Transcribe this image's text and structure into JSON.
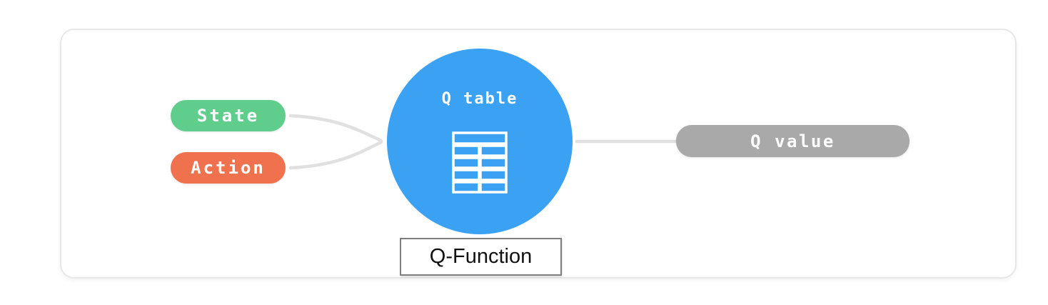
{
  "diagram": {
    "caption": "Q-Function",
    "nodes": {
      "state": {
        "label": "State",
        "color": "#5FCE8C",
        "text_color": "#FFFFFF",
        "shape": "pill"
      },
      "action": {
        "label": "Action",
        "color": "#F0714E",
        "text_color": "#FFFFFF",
        "shape": "pill"
      },
      "q_table": {
        "label": "Q table",
        "color": "#3BA1F2",
        "text_color": "#FFFFFF",
        "shape": "circle",
        "icon": "table-grid-icon"
      },
      "q_value": {
        "label": "Q value",
        "color": "#A9A9A9",
        "text_color": "#FFFFFF",
        "shape": "pill"
      }
    },
    "edges": [
      {
        "from": "state",
        "to": "q_table"
      },
      {
        "from": "action",
        "to": "q_table"
      },
      {
        "from": "q_table",
        "to": "q_value"
      }
    ],
    "colors": {
      "connector": "#E0E0E0",
      "card_background": "#FFFFFF",
      "card_border": "#E7E7E7",
      "caption_border": "#7F7F7F",
      "caption_text": "#111111"
    }
  }
}
